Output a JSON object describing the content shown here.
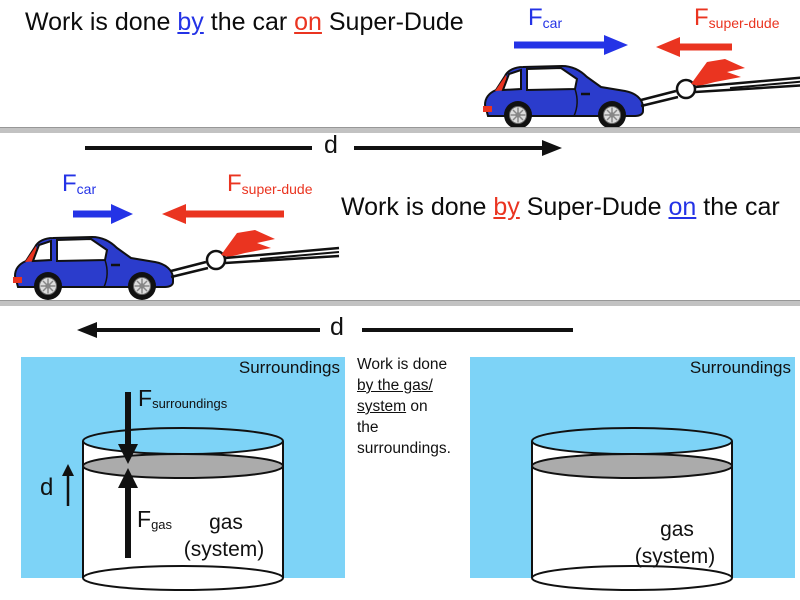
{
  "colors": {
    "accent-blue": "#2433e6",
    "accent-red": "#ea3420",
    "panel-blue": "#7dd3f7",
    "ground-gray": "#c2c2c2",
    "piston-gray": "#ababab",
    "car-blue": "#2b3ccc"
  },
  "top_scene": {
    "title": {
      "prefix": "Work is done ",
      "by_word": "by",
      "middle": " the car ",
      "on_word": "on",
      "suffix": " Super-Dude"
    },
    "force_car": {
      "symbol": "F",
      "subscript": "car"
    },
    "force_superdude": {
      "symbol": "F",
      "subscript": "super-dude"
    },
    "displacement_label": "d"
  },
  "middle_scene": {
    "title": {
      "prefix": "Work is done ",
      "by_word": "by",
      "middle": " Super-Dude ",
      "on_word": "on",
      "suffix": " the car"
    },
    "force_car": {
      "symbol": "F",
      "subscript": "car"
    },
    "force_superdude": {
      "symbol": "F",
      "subscript": "super-dude"
    },
    "displacement_label": "d"
  },
  "bottom_scene": {
    "left_panel": {
      "surroundings_label": "Surroundings",
      "force_surroundings": {
        "symbol": "F",
        "subscript": "surroundings"
      },
      "force_gas": {
        "symbol": "F",
        "subscript": "gas"
      },
      "displacement_label": "d",
      "gas_label": "gas",
      "system_label": "(system)"
    },
    "caption": {
      "line1": "Work is done",
      "line2_underlined": "by the gas/",
      "line3_underlined": "system",
      "line3_rest": " on",
      "line4": "the",
      "line5": "surroundings."
    },
    "right_panel": {
      "surroundings_label": "Surroundings",
      "gas_label": "gas",
      "system_label": "(system)"
    }
  }
}
